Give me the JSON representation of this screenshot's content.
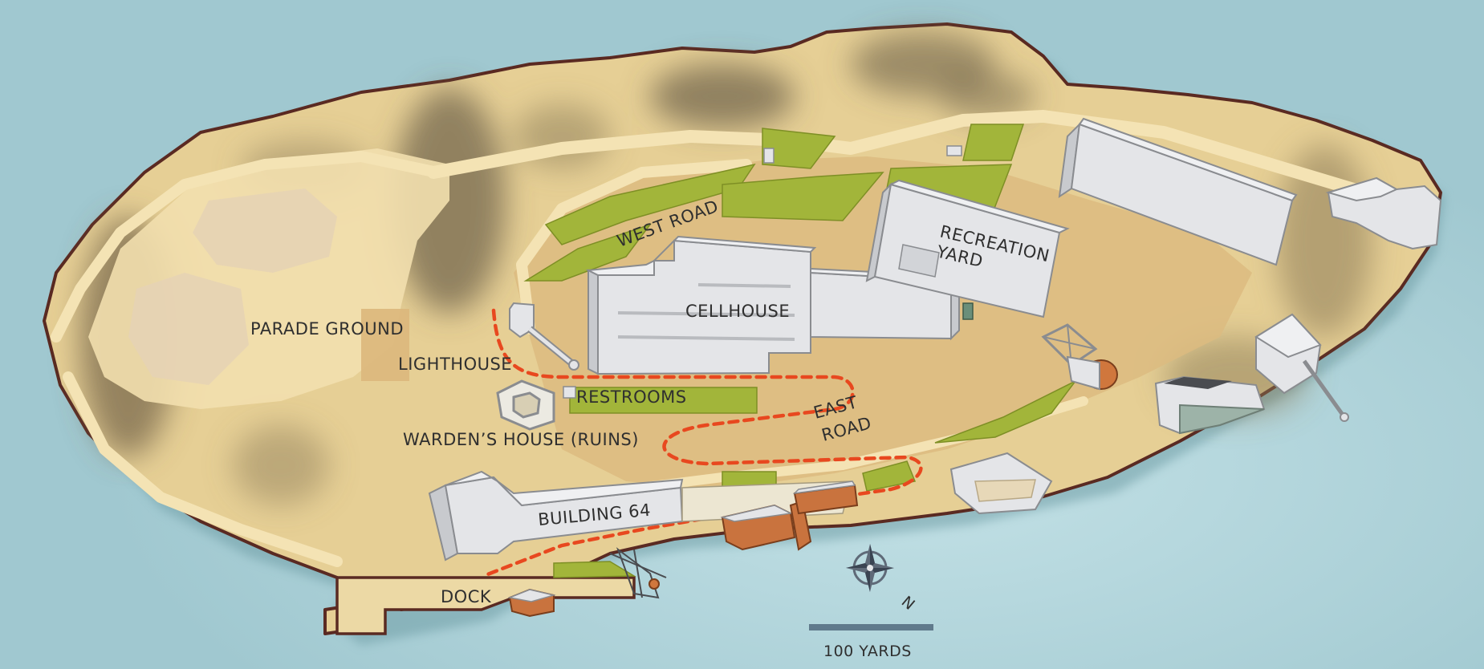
{
  "labels": {
    "parade_ground": "PARADE GROUND",
    "lighthouse": "LIGHTHOUSE",
    "restrooms": "RESTROOMS",
    "wardens_house": "WARDEN’S HOUSE (RUINS)",
    "cellhouse": "CELLHOUSE",
    "recreation_yard_line1": "RECREATION",
    "recreation_yard_line2": "YARD",
    "west_road": "WEST ROAD",
    "east_road_line1": "EAST",
    "east_road_line2": "ROAD",
    "building_64": "BUILDING 64",
    "dock": "DOCK"
  },
  "compass": {
    "direction_letter": "N",
    "icon": "compass-rose-icon"
  },
  "scale_bar": {
    "label": "100 YARDS"
  },
  "colors": {
    "water": "#a9cfd6",
    "land": "#e6cf95",
    "shore_outline": "#5a2a22",
    "lawn": "#a2b53a",
    "walking_path": "#e8481f",
    "building": "#e4e5e8",
    "brick_building": "#c9733e"
  }
}
